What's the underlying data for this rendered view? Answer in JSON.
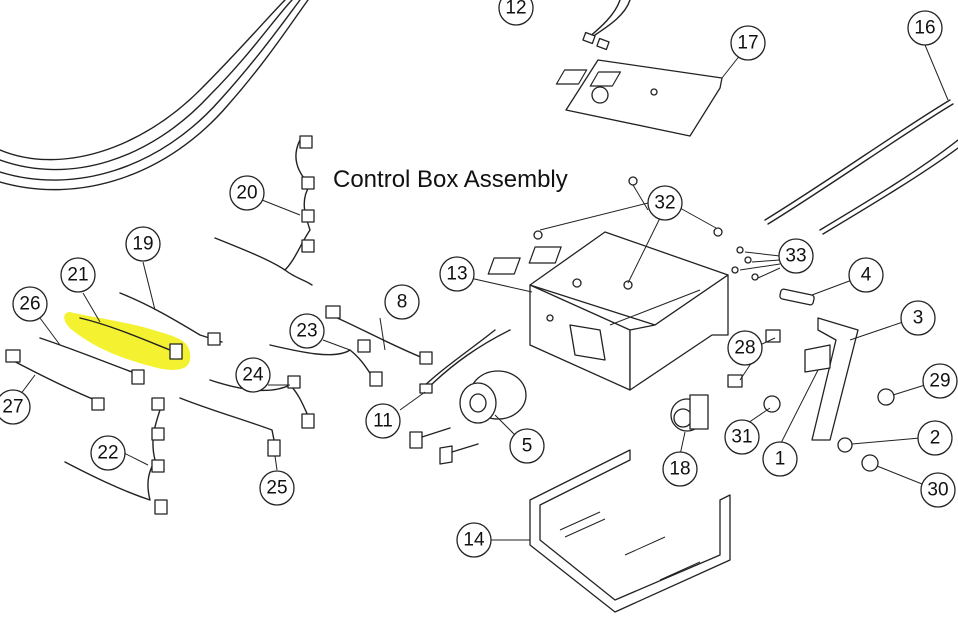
{
  "title": "Control Box Assembly",
  "highlight_color": "#f4f230",
  "callouts": [
    "12",
    "16",
    "17",
    "20",
    "32",
    "19",
    "21",
    "13",
    "33",
    "4",
    "26",
    "8",
    "23",
    "3",
    "28",
    "24",
    "29",
    "27",
    "11",
    "5",
    "31",
    "18",
    "2",
    "1",
    "22",
    "30",
    "25",
    "14"
  ]
}
